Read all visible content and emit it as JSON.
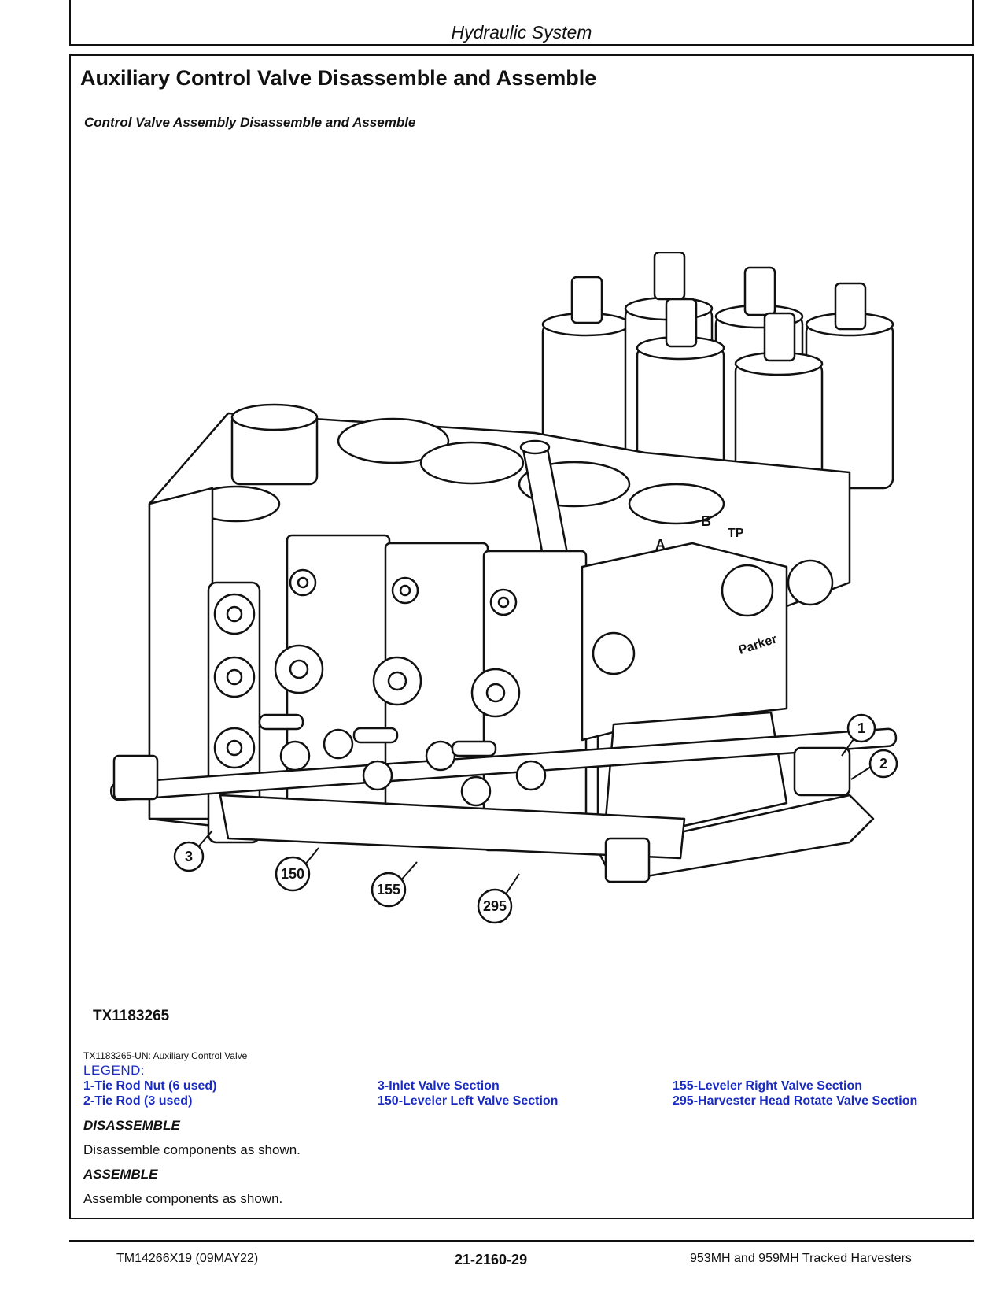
{
  "header": {
    "title": "Hydraulic System"
  },
  "section": {
    "title": "Auxiliary Control Valve Disassemble and Assemble",
    "subtitle": "Control Valve Assembly Disassemble and Assemble"
  },
  "figure": {
    "id": "TX1183265",
    "caption": "TX1183265-UN: Auxiliary Control Valve",
    "callouts": [
      "1",
      "2",
      "3",
      "150",
      "155",
      "295"
    ],
    "stamped_text": [
      "A",
      "B",
      "TP",
      "Parker"
    ]
  },
  "legend": {
    "title": "LEGEND:",
    "items": [
      "1-Tie Rod Nut (6 used)",
      "2-Tie Rod (3 used)",
      "3-Inlet Valve Section",
      "150-Leveler Left Valve Section",
      "155-Leveler Right Valve Section",
      "295-Harvester Head Rotate Valve Section"
    ]
  },
  "steps": [
    {
      "heading": "DISASSEMBLE",
      "text": "Disassemble components as shown."
    },
    {
      "heading": "ASSEMBLE",
      "text": "Assemble components as shown."
    }
  ],
  "footer": {
    "doc": "TM14266X19 (09MAY22)",
    "page": "21-2160-29",
    "product": "953MH and 959MH Tracked Harvesters"
  }
}
